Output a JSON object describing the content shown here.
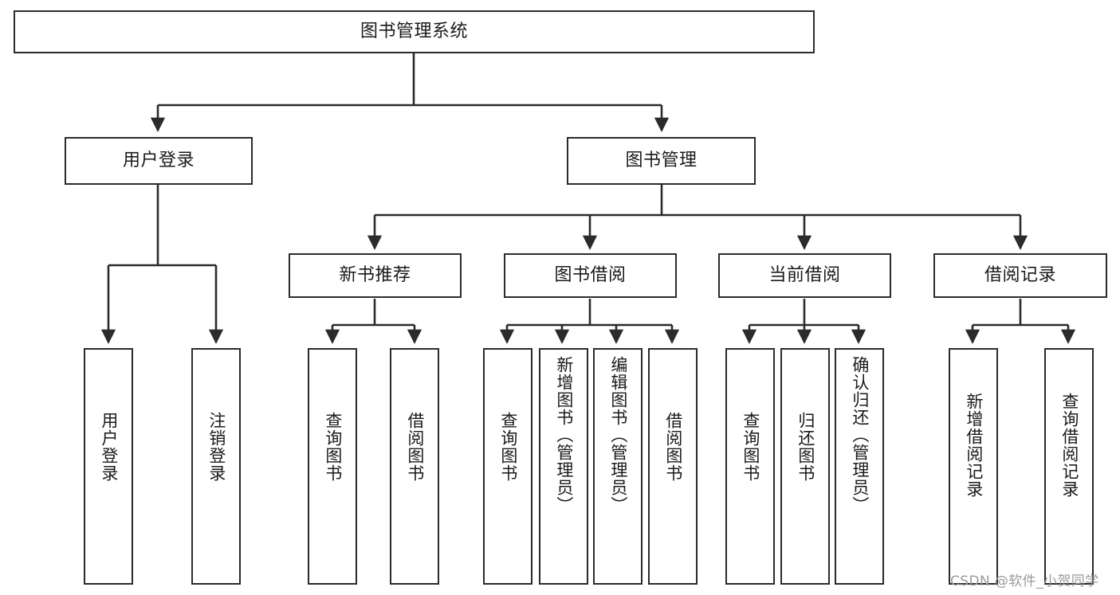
{
  "diagram": {
    "title": "图书管理系统",
    "type": "tree-hierarchy",
    "colors": {
      "stroke": "#2b2b2b",
      "fill": "#ffffff",
      "text": "#1a1a1a",
      "watermark": "#9a9a9a"
    },
    "root": {
      "label": "图书管理系统"
    },
    "level2": [
      {
        "label": "用户登录"
      },
      {
        "label": "图书管理"
      }
    ],
    "level3": [
      {
        "label": "新书推荐"
      },
      {
        "label": "图书借阅"
      },
      {
        "label": "当前借阅"
      },
      {
        "label": "借阅记录"
      }
    ],
    "leaves": {
      "user_login": [
        {
          "label": "用户登录"
        },
        {
          "label": "注销登录"
        }
      ],
      "new_book": [
        {
          "label": "查询图书"
        },
        {
          "label": "借阅图书"
        }
      ],
      "book_borrow": [
        {
          "label": "查询图书"
        },
        {
          "label": "新增图书（管理员）"
        },
        {
          "label": "编辑图书（管理员）"
        },
        {
          "label": "借阅图书"
        }
      ],
      "current_borrow": [
        {
          "label": "查询图书"
        },
        {
          "label": "归还图书"
        },
        {
          "label": "确认归还（管理员）"
        }
      ],
      "borrow_record": [
        {
          "label": "新增借阅记录"
        },
        {
          "label": "查询借阅记录"
        }
      ]
    },
    "watermark": "CSDN @软件_小贺同学"
  }
}
